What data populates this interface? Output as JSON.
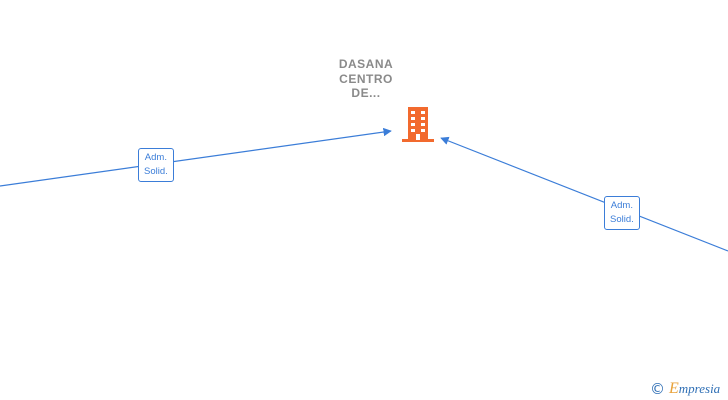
{
  "company": {
    "name_lines": [
      "DASANA",
      "CENTRO",
      "DE..."
    ],
    "icon": "building-icon",
    "icon_color": "#f26a2e"
  },
  "edges": [
    {
      "label_lines": [
        "Adm.",
        "Solid."
      ]
    },
    {
      "label_lines": [
        "Adm.",
        "Solid."
      ]
    }
  ],
  "colors": {
    "edge": "#3b7dd8",
    "label_text": "#3b7dd8",
    "title": "#8a8a8a"
  },
  "watermark": {
    "copyright_symbol": "©",
    "brand_initial": "E",
    "brand_rest": "mpresia"
  }
}
